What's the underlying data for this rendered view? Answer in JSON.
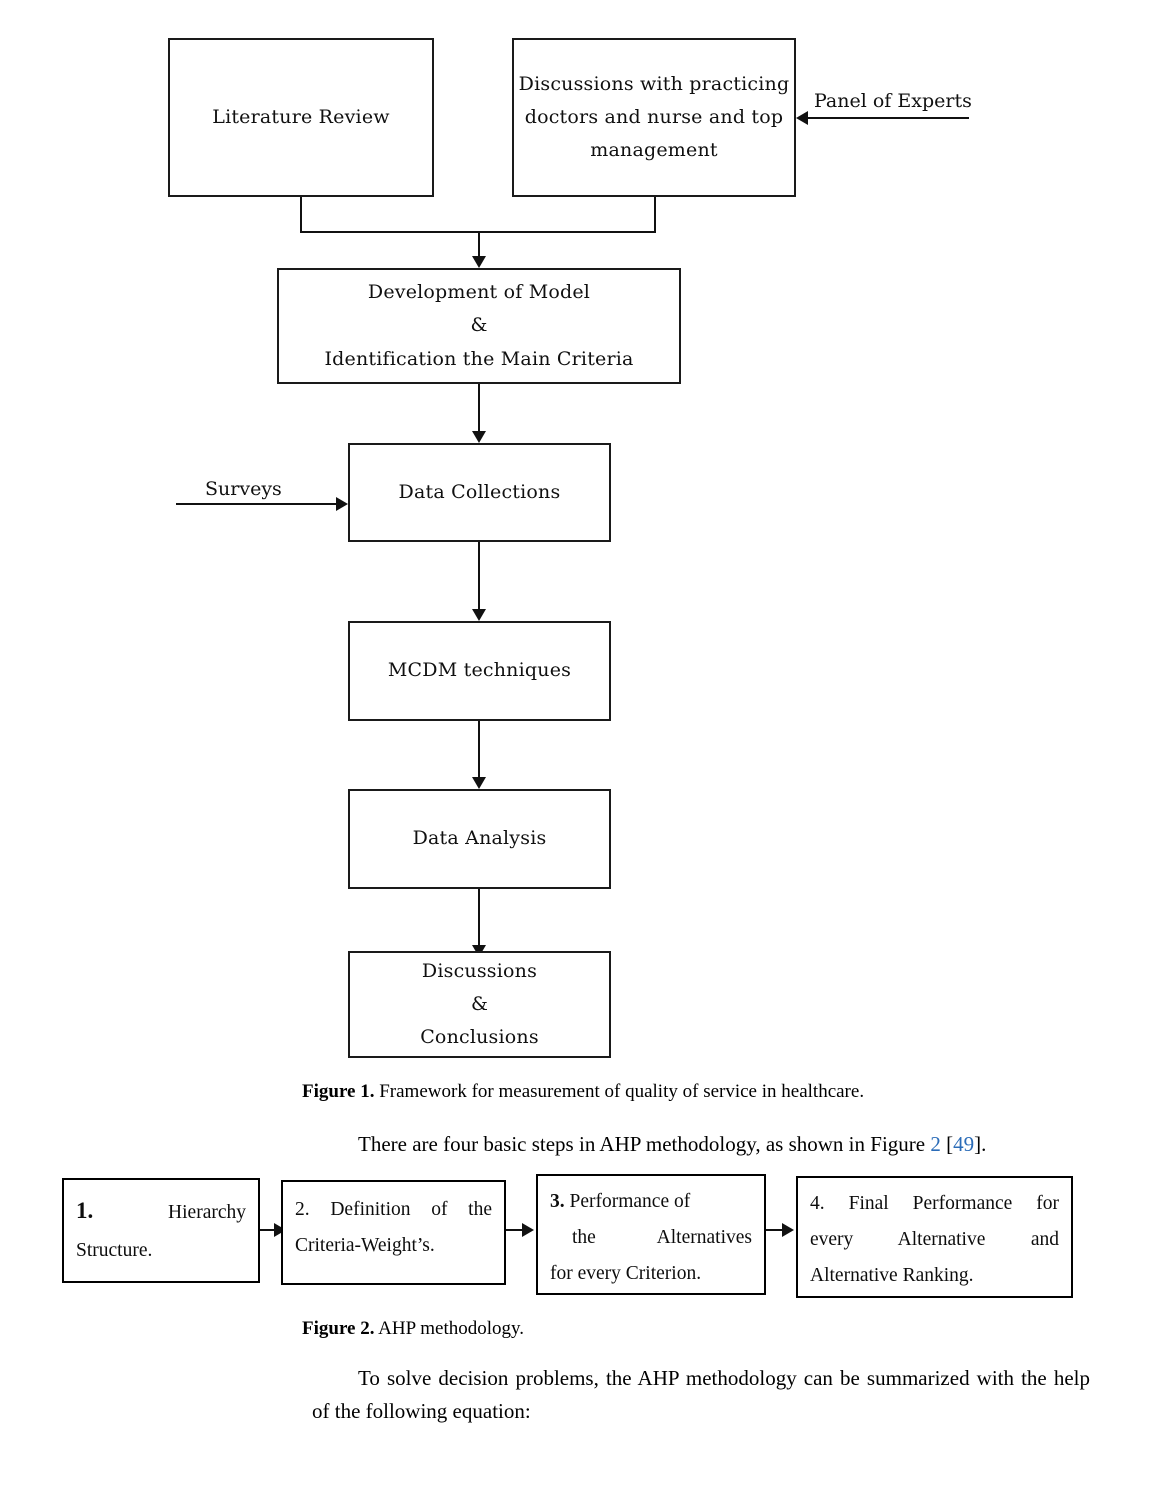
{
  "figure1": {
    "boxes": {
      "literature_review": "Literature Review",
      "discussions_experts": {
        "line1": "Discussions with practicing",
        "line2": "doctors and nurse and top",
        "line3": "management"
      },
      "development_model": {
        "line1": "Development of Model",
        "line2": "&",
        "line3": "Identification the Main Criteria"
      },
      "data_collections": "Data Collections",
      "mcdm_techniques": "MCDM techniques",
      "data_analysis": "Data Analysis",
      "discussions_conclusions": {
        "line1": "Discussions",
        "line2": "&",
        "line3": "Conclusions"
      }
    },
    "input_labels": {
      "panel_of_experts": "Panel of Experts",
      "surveys": "Surveys"
    },
    "caption": {
      "lead": "Figure 1.",
      "text": " Framework for measurement of quality of service in healthcare."
    }
  },
  "paragraph1": {
    "text_before_link1": "There are four basic steps in AHP methodology, as shown in Figure ",
    "link1": "2",
    "between_links": " [",
    "link2": "49",
    "after_links": "]."
  },
  "figure2": {
    "steps": [
      {
        "number": "1.",
        "line1_rest": "Hierarchy",
        "line2": "Structure.",
        "number_style": "strong"
      },
      {
        "number": "2.",
        "line1_rest": "Definition of the",
        "line2": "Criteria-Weight’s.",
        "number_style": "plain"
      },
      {
        "number": "3.",
        "line1_rest": "Performance of",
        "line2": "the Alternatives",
        "line3": "for every Criterion.",
        "number_style": "semi"
      },
      {
        "number": "4.",
        "line1_rest": "Final Performance for",
        "line2": "every Alternative and",
        "line3": "Alternative Ranking.",
        "number_style": "plain"
      }
    ],
    "caption": {
      "lead": "Figure 2.",
      "text": " AHP methodology."
    }
  },
  "paragraph2": {
    "line1": "To solve decision problems, the AHP methodology can be summarized with the help",
    "line2": "of the following equation:"
  },
  "colors": {
    "ink": "#000000",
    "link": "#2b6cb8",
    "box_border": "#1a1a1a",
    "page_background": "#ffffff"
  }
}
